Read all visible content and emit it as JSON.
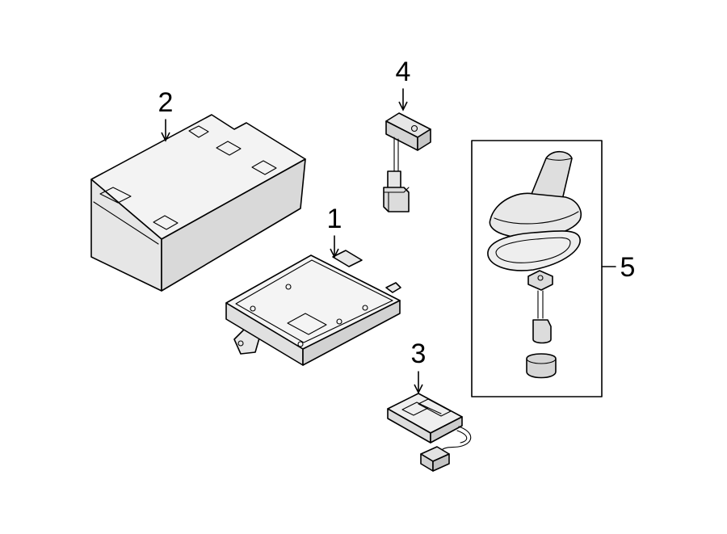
{
  "colors": {
    "background": "#ffffff",
    "line": "#000000",
    "part_fill_light": "#f2f2f2",
    "part_fill_mid": "#e2e2e2",
    "part_fill_dark": "#c8c8c8"
  },
  "callouts": [
    {
      "id": "1",
      "label": "1",
      "part_icon": "control-module-icon"
    },
    {
      "id": "2",
      "label": "2",
      "part_icon": "cover-housing-icon"
    },
    {
      "id": "3",
      "label": "3",
      "part_icon": "receiver-module-icon"
    },
    {
      "id": "4",
      "label": "4",
      "part_icon": "wiring-connector-icon"
    },
    {
      "id": "5",
      "label": "5",
      "part_icon": "antenna-assembly-icon"
    }
  ]
}
